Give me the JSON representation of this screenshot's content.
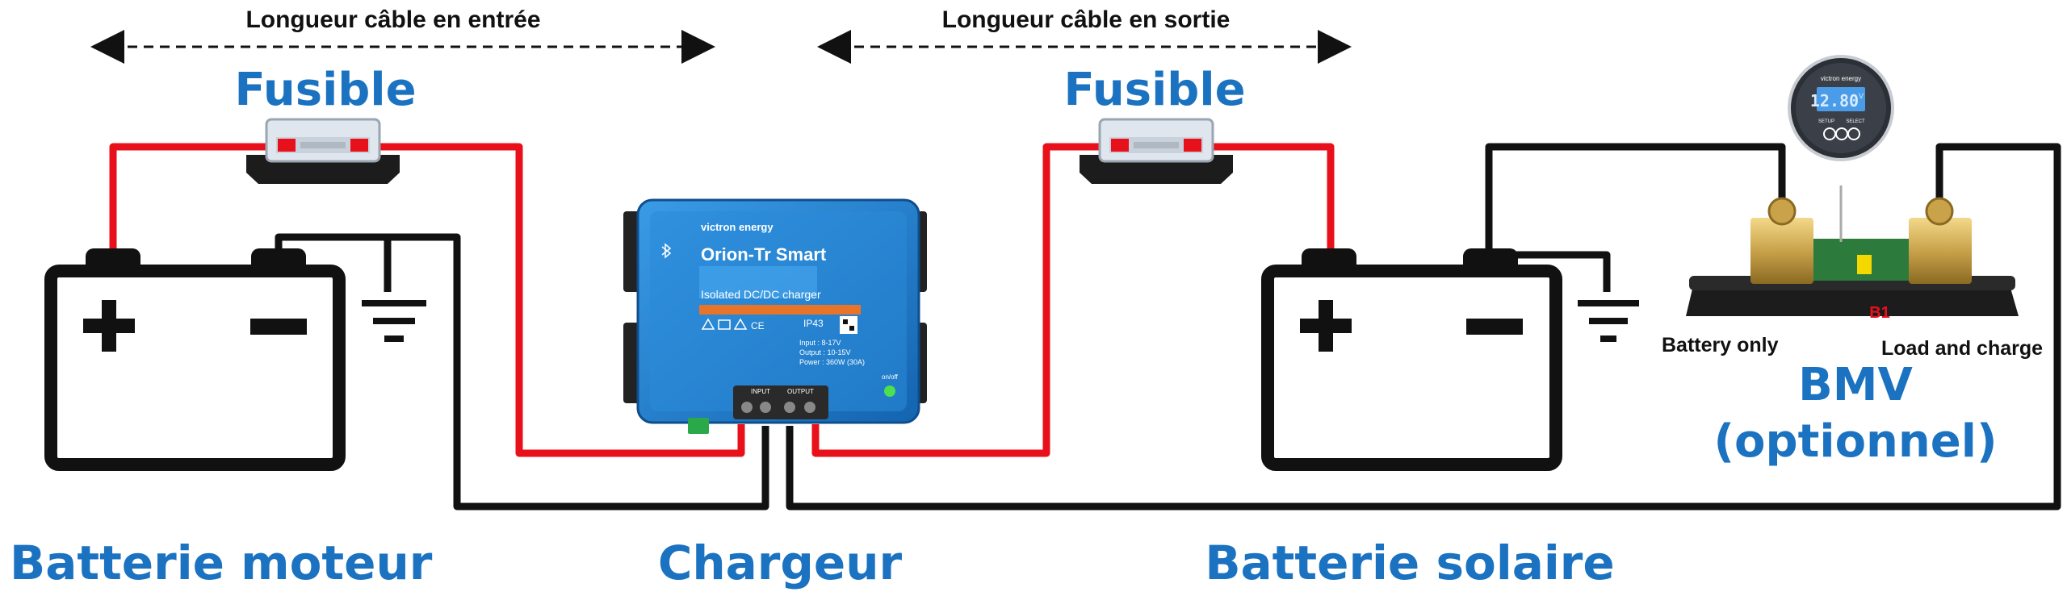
{
  "dimensions": {
    "input_length": "Longueur câble en entrée",
    "output_length": "Longueur câble en sortie"
  },
  "fuses": {
    "left": "Fusible",
    "right": "Fusible"
  },
  "labels": {
    "engine_battery": "Batterie moteur",
    "charger": "Chargeur",
    "solar_battery": "Batterie solaire",
    "bmv_line1": "BMV",
    "bmv_line2": "(optionnel)"
  },
  "shunt": {
    "battery_side": "Battery only",
    "load_side": "Load and charge",
    "terminal": "B1"
  },
  "battery_symbols": {
    "positive": "+",
    "negative": "−"
  },
  "charger_device": {
    "brand": "victron energy",
    "model": "Orion-Tr Smart",
    "subtitle": "Isolated DC/DC charger",
    "rating": "IP43",
    "input": "Input : 8-17V",
    "output": "Output : 10-15V",
    "power": "Power : 360W (30A)",
    "port_input": "INPUT",
    "port_output": "OUTPUT",
    "led": "on/off"
  },
  "monitor": {
    "brand": "victron energy",
    "reading": "12.80",
    "unit": "V",
    "btn_setup": "SETUP",
    "btn_select": "SELECT"
  },
  "colors": {
    "positive_wire": "#e8101a",
    "negative_wire": "#111111",
    "title_blue": "#1a72c0",
    "charger_blue": "#1f7fcf"
  }
}
